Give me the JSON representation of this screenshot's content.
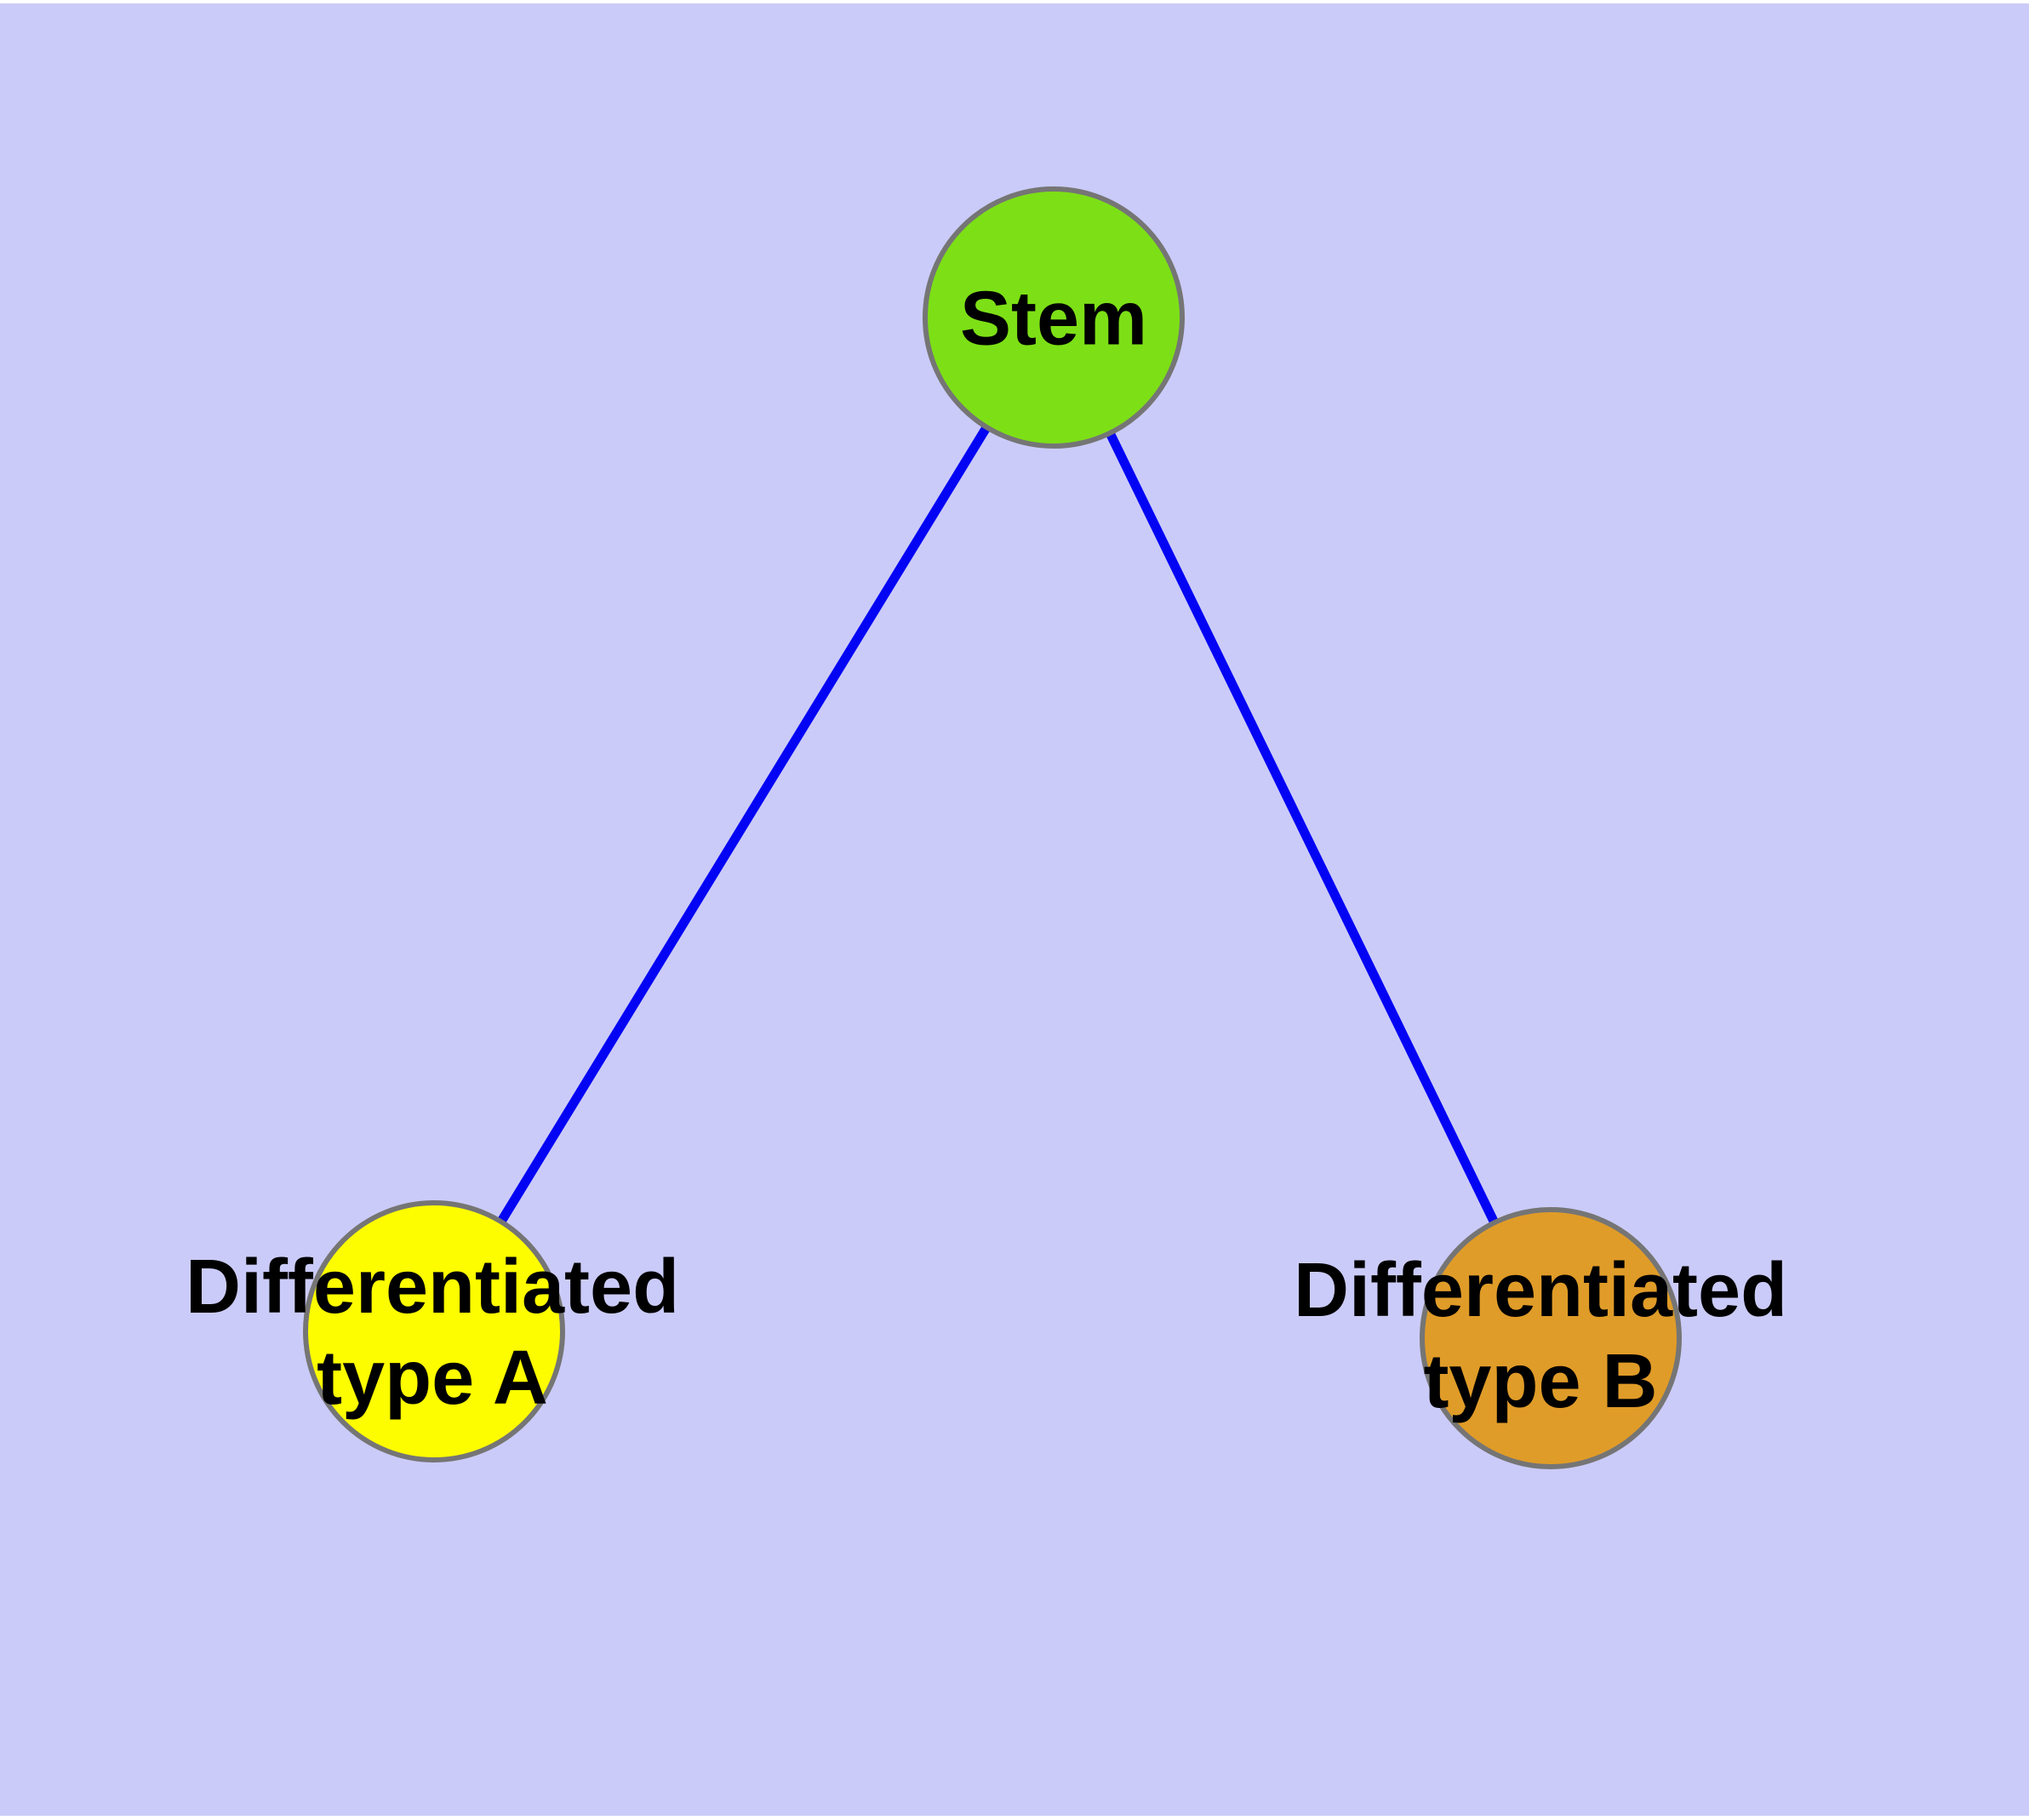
{
  "diagram": {
    "background_color": "#cbcbf9",
    "margin_color": "#ffffff",
    "edge_color": "#0404f4",
    "node_border_color": "#757575",
    "text_color": "#000000",
    "nodes": {
      "stem": {
        "label": "Stem",
        "fill": "#7de016"
      },
      "type_a": {
        "line1": "Differentiated",
        "line2": "type A",
        "fill": "#fdfd00"
      },
      "type_b": {
        "line1": "Differentiated",
        "line2": "type B",
        "fill": "#e09c28"
      }
    },
    "edges": [
      {
        "from": "Stem",
        "to": "Differentiated type A"
      },
      {
        "from": "Stem",
        "to": "Differentiated type B"
      }
    ]
  }
}
